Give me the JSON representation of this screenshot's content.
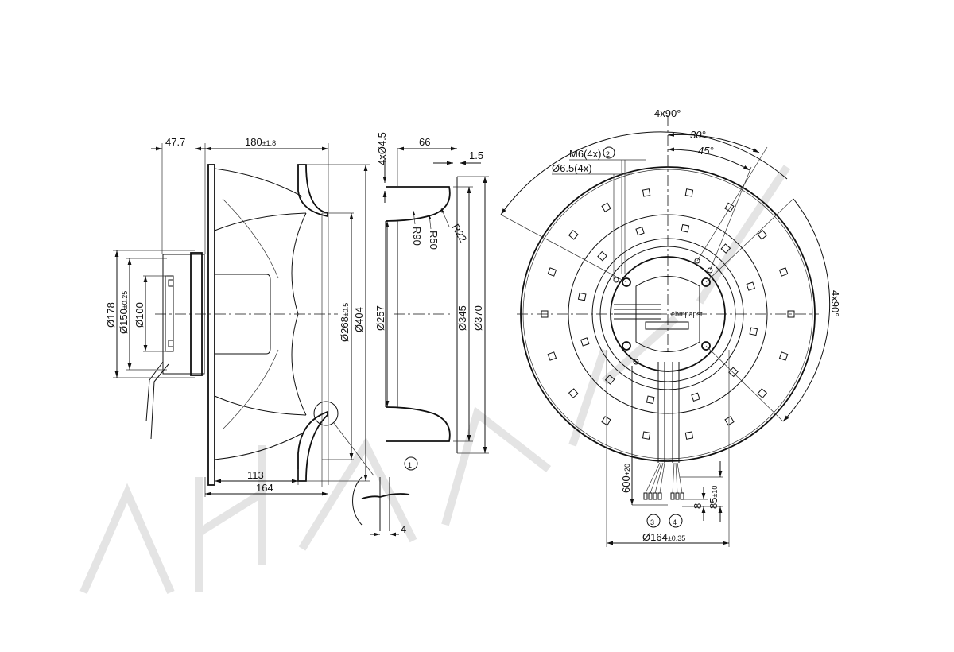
{
  "side_view": {
    "dim_47_7": "47.7",
    "dim_180": "180",
    "dim_180_tol": "±1.8",
    "dim_178": "Ø178",
    "dim_150": "Ø150",
    "dim_150_tol": "±0.25",
    "dim_100": "Ø100",
    "dim_268": "Ø268",
    "dim_268_tol": "±0.5",
    "dim_404": "Ø404",
    "dim_113": "113",
    "dim_164": "164"
  },
  "inlet_ring": {
    "dim_holes": "4xØ4.5",
    "dim_66": "66",
    "dim_1_5": "1.5",
    "r90": "R90",
    "r50": "R50",
    "r22": "R22",
    "dim_257": "Ø257",
    "dim_345": "Ø345",
    "dim_370": "Ø370"
  },
  "detail": {
    "ref_1": "1",
    "dim_4": "4"
  },
  "front_view": {
    "angle_top": "4x90°",
    "angle_right": "4x90°",
    "angle_30": "30°",
    "angle_45": "45°",
    "m6": "M6(4x)",
    "ref_2": "2",
    "hole_6_5": "Ø6.5(4x)",
    "cable_length": "600",
    "cable_tol": "+20",
    "dim_85": "85",
    "dim_85_tol": "±10",
    "dim_8": "8",
    "ref_3": "3",
    "ref_4": "4",
    "dim_164": "Ø164",
    "dim_164_tol": "±0.35",
    "brand": "ebmpapst"
  }
}
